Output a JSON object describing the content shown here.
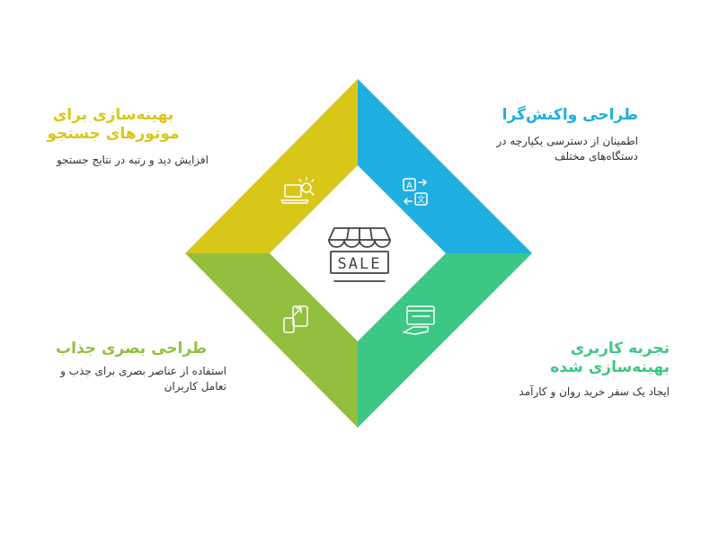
{
  "colors": {
    "seo": "#D8C719",
    "responsive": "#1FAEE0",
    "visual": "#93BF3E",
    "ux": "#3CC785",
    "icon": "#ffffff",
    "center_icon": "#444444"
  },
  "center": {
    "icon": "sale-store-icon",
    "label": "SALE"
  },
  "segments": {
    "seo": {
      "title": "بهینه‌سازی برای موتورهای جستجو",
      "description": "افزایش دید و رتبه در نتایج جستجو",
      "icon": "laptop-search-icon"
    },
    "responsive": {
      "title": "طراحی واکنش‌گرا",
      "description": "اطمینان از دسترسی یکپارچه در دستگاه‌های مختلف",
      "icon": "translate-icon"
    },
    "visual": {
      "title": "طراحی بصری جذاب",
      "description": "استفاده از عناصر بصری برای جذب و تعامل کاربران",
      "icon": "resize-devices-icon"
    },
    "ux": {
      "title": "تجربه کاربری بهینه‌سازی شده",
      "description": "ایجاد یک سفر خرید روان و کارآمد",
      "icon": "browser-hand-icon"
    }
  }
}
